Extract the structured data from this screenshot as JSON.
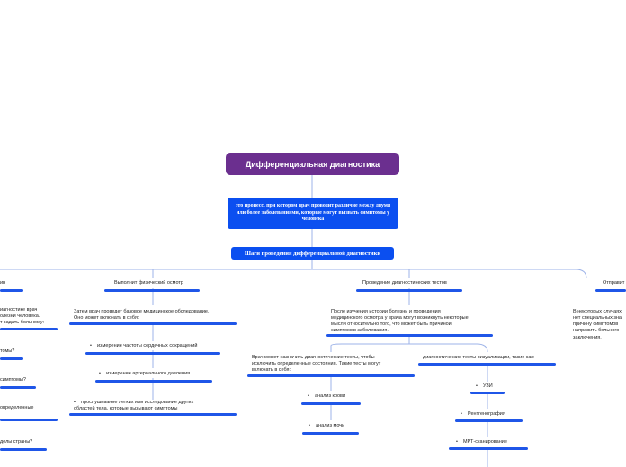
{
  "root": {
    "title": "Дифференциальная диагностика"
  },
  "definition": {
    "text": "это процесс, при котором врач проводит различие между двумя или более заболеваниями, которые могут вызвать симптомы у человека"
  },
  "steps_title": {
    "text": "Шаги проведения дифференциальной диагностики"
  },
  "branch_left": {
    "title": "ин",
    "desc_lines": [
      "иагностике врач",
      "олезни человека.",
      "т задать больному:"
    ],
    "q1": "томы?",
    "q2": "симптомы?",
    "q3": "определенные",
    "q4": "делы страны?"
  },
  "branch_exam": {
    "title": "Выполнит физический осмотр",
    "desc_lines": [
      "Затем врач проведет базовое медицинское обследование.",
      "Оно может включать в себя:"
    ],
    "items": [
      "измерение частоты сердечных сокращений",
      "измерение артериального давления",
      "прослушивание легких или исследование других"
    ],
    "item3_line2": "областей тела, которые вызывают симптомы"
  },
  "branch_tests": {
    "title": "Проведение диагностических тестов",
    "desc_lines": [
      "После изучения истории болезни и проведения",
      "медицинского осмотра у врача могут возникнуть некоторые",
      "мысли относительно того, что может быть причиной",
      "симптомов заболевания."
    ],
    "lab_desc_lines": [
      "Врач может назначить диагностические тесты, чтобы",
      "исключить определенные состояния. Такие тесты могут",
      "включать в себя:"
    ],
    "lab_items": [
      "анализ крови",
      "анализ мочи"
    ],
    "img_desc": "диагностические тесты визуализации, такие как:",
    "img_items": [
      "УЗИ",
      "Рентгенография",
      "МРТ-сканирование"
    ]
  },
  "branch_right": {
    "title": "Отправит",
    "desc_lines": [
      "В некоторых случаях",
      "нет специальных зна",
      "причину симптомов",
      "направить больного",
      "заключения."
    ]
  },
  "colors": {
    "root": "#6b2f8f",
    "box": "#0b4ff0",
    "line": "#1f56e8",
    "connector": "#9db3e8"
  }
}
